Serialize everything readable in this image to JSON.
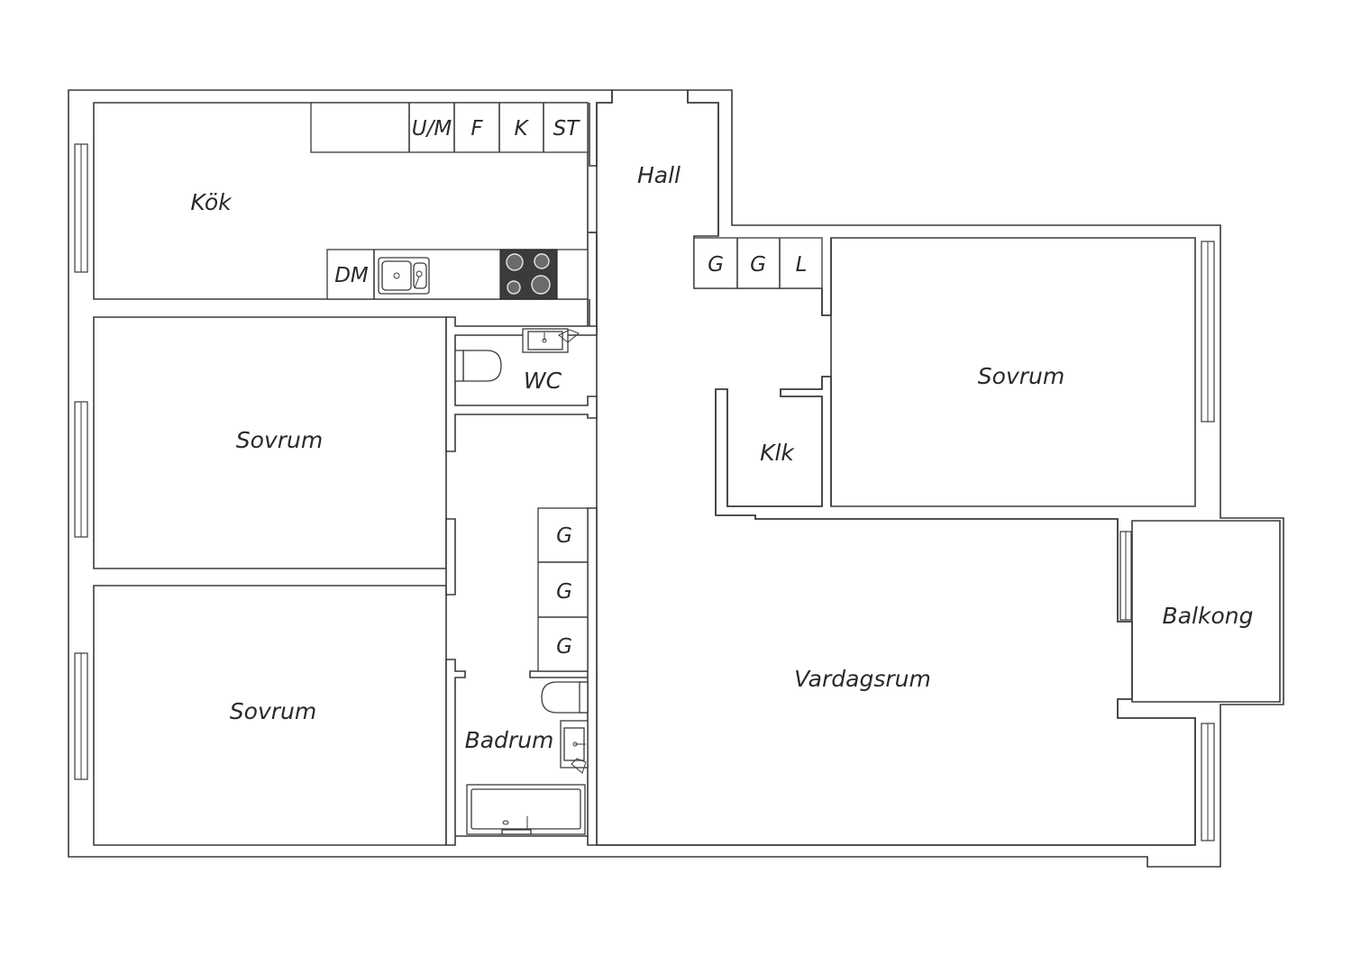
{
  "rooms": {
    "kok": "Kök",
    "hall": "Hall",
    "wc": "WC",
    "sovrum_1": "Sovrum",
    "sovrum_2": "Sovrum",
    "sovrum_3": "Sovrum",
    "klk": "Klk",
    "balkong": "Balkong",
    "vardagsrum": "Vardagsrum",
    "badrum": "Badrum"
  },
  "kitchen_units": {
    "um": "U/M",
    "f": "F",
    "k": "K",
    "st": "ST",
    "dm": "DM"
  },
  "hall_wardrobes": [
    "G",
    "G",
    "L"
  ],
  "corridor_wardrobes": [
    "G",
    "G",
    "G"
  ],
  "colors": {
    "wall": "#3a3a3a",
    "hob": "#3b3b3b",
    "background": "#ffffff"
  }
}
